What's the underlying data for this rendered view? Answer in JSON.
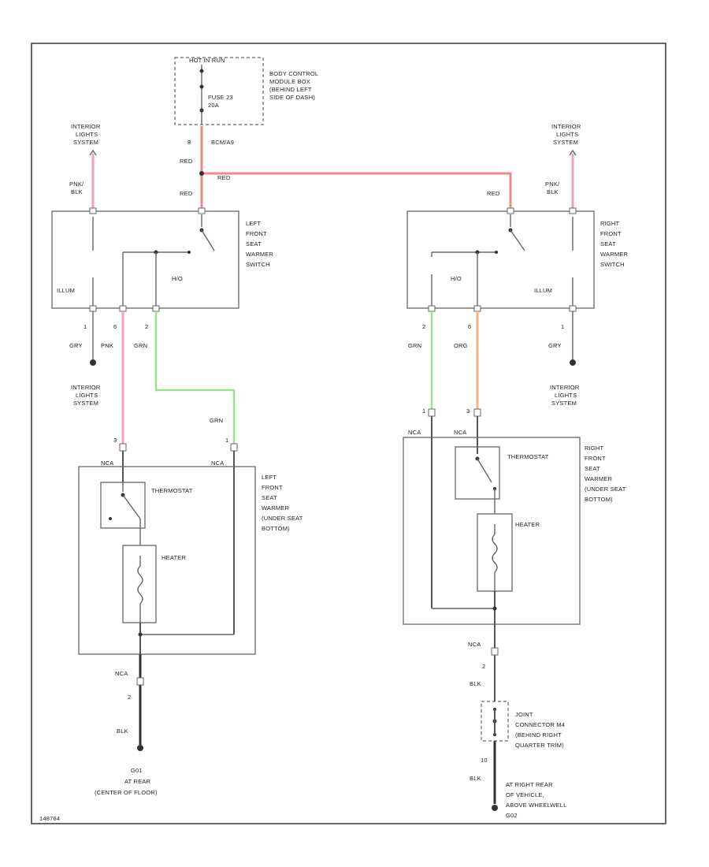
{
  "body_control": {
    "top_label": "HOT IN RUN",
    "fuse_label": [
      "FUSE 23",
      "20A"
    ],
    "module_label": [
      "BODY CONTROL",
      "MODULE BOX",
      "(BEHIND LEFT",
      "SIDE OF DASH)"
    ],
    "pin_number": "8",
    "connector_label": "BCM/A9",
    "wire_color_top": "RED",
    "splice_label": "RED"
  },
  "left": {
    "interior_top": [
      "INTERIOR",
      "LIGHTS",
      "SYSTEM"
    ],
    "pnk_blk": [
      "PNK/",
      "BLK"
    ],
    "switch_red": "RED",
    "switch_name": [
      "LEFT",
      "FRONT",
      "SEAT",
      "WARMER",
      "SWITCH"
    ],
    "illum": "ILLUM",
    "hi_lo": "H/O",
    "pins": [
      "1",
      "6",
      "2"
    ],
    "wire_colors": [
      "GRY",
      "PNK",
      "GRN"
    ],
    "interior_bottom": [
      "INTERIOR",
      "LIGHTS",
      "SYSTEM"
    ],
    "grn_label": "GRN",
    "heater_pins": [
      "3",
      "1"
    ],
    "nca": [
      "NCA",
      "NCA"
    ],
    "thermostat": "THERMOSTAT",
    "heater": "HEATER",
    "warmer_name": [
      "LEFT",
      "FRONT",
      "SEAT",
      "WARMER",
      "(UNDER SEAT",
      "BOTTOM)"
    ],
    "ground_nca": "NCA",
    "ground_pin": "2",
    "ground_wire": "BLK",
    "ground_name": [
      "G01",
      "AT REAR",
      "(CENTER OF FLOOR)"
    ]
  },
  "right": {
    "interior_top": [
      "INTERIOR",
      "LIGHTS",
      "SYSTEM"
    ],
    "pnk_blk": [
      "PNK/",
      "BLK"
    ],
    "switch_red": "RED",
    "switch_name": [
      "RIGHT",
      "FRONT",
      "SEAT",
      "WARMER",
      "SWITCH"
    ],
    "illum": "ILLUM",
    "hi_lo": "H/O",
    "pins": [
      "2",
      "6",
      "1"
    ],
    "wire_colors": [
      "GRN",
      "ORG",
      "GRY"
    ],
    "interior_bottom": [
      "INTERIOR",
      "LIGHTS",
      "SYSTEM"
    ],
    "heater_pins": [
      "1",
      "3"
    ],
    "nca": [
      "NCA",
      "NCA"
    ],
    "thermostat": "THERMOSTAT",
    "heater": "HEATER",
    "warmer_name": [
      "RIGHT",
      "FRONT",
      "SEAT",
      "WARMER",
      "(UNDER SEAT",
      "BOTTOM)"
    ],
    "ground_nca": "NCA",
    "ground_pin": "2",
    "ground_wire": "BLK",
    "joint_label": [
      "JOINT",
      "CONNECTOR M4",
      "(BEHIND RIGHT",
      "QUARTER TRIM)"
    ],
    "ground_pin2": "10",
    "ground_wire2": "BLK",
    "ground_name": [
      "AT RIGHT REAR",
      "OF VEHICLE,",
      "ABOVE WHEELWELL",
      "G02"
    ]
  },
  "footer_code": "148764"
}
